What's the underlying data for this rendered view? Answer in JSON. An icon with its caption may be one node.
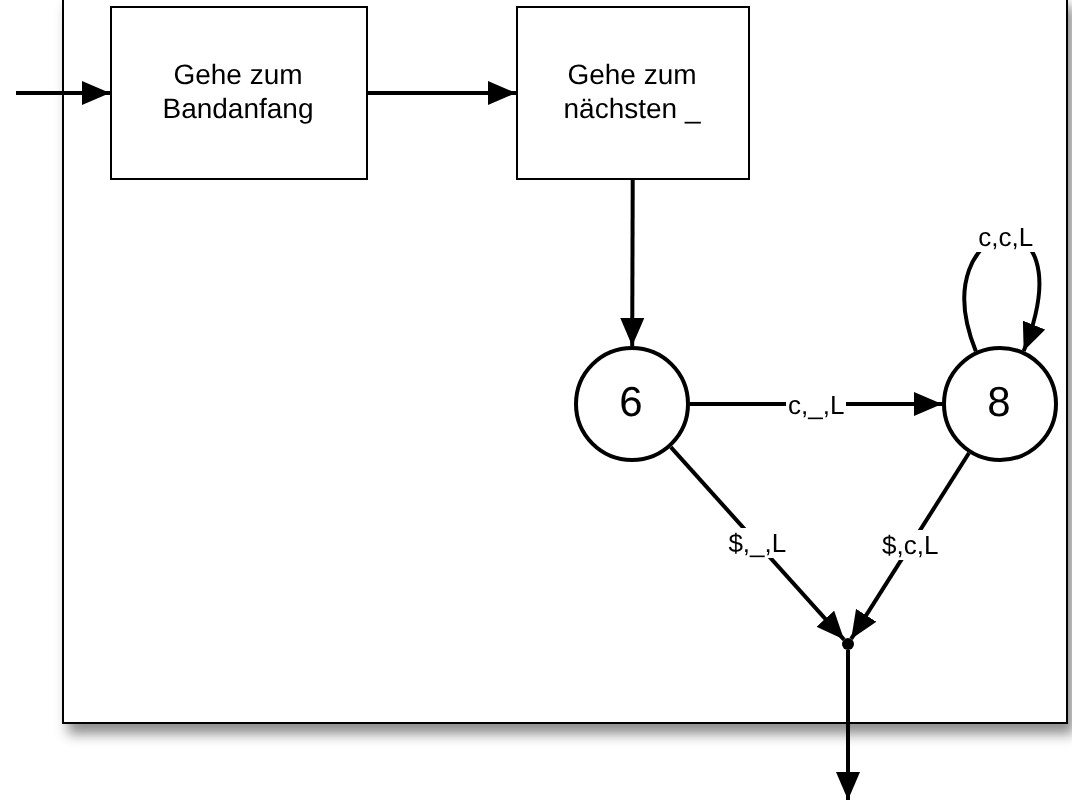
{
  "diagram": {
    "nodes": [
      {
        "text": [],
        "shape": "box"
      },
      {
        "text": [
          "Gehe zum Bandanfang"
        ],
        "in": 0
      },
      {
        "text": [
          "Gehe zum nächsten _"
        ],
        "in": 0
      },
      {
        "text": [
          "6"
        ],
        "in": 0
      },
      {
        "text": [
          "8"
        ],
        "in": 0
      },
      {
        "text": [],
        "shape": "point",
        "in": 0
      }
    ],
    "edges": [
      {
        "from": null,
        "to": 1,
        "arrow": "to"
      },
      {
        "from": 1,
        "to": 2,
        "arrow": "to"
      },
      {
        "from": 2,
        "to": 3,
        "arrow": "to"
      },
      {
        "from": 3,
        "to": 4,
        "label": "c,_,L",
        "arrow": "to"
      },
      {
        "from": 4,
        "to": 4,
        "label": "c,c,L",
        "arrow": "to"
      },
      {
        "from": 3,
        "to": 5,
        "label": "$,_,L",
        "arrow": "to"
      },
      {
        "from": 4,
        "to": 5,
        "label": "$,c,L",
        "arrow": "to"
      },
      {
        "from": 5,
        "to": null,
        "arrow": "to"
      }
    ]
  }
}
